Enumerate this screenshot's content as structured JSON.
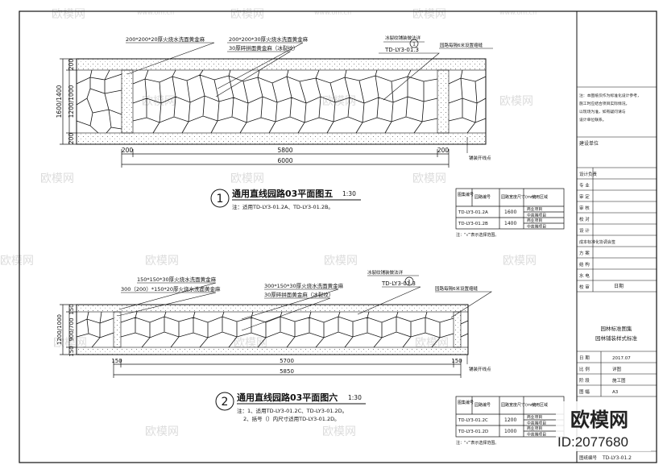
{
  "watermark": {
    "brand": "欧模网",
    "site": "www.om.cn",
    "id_label": "ID:2077680"
  },
  "plan5": {
    "title": "通用直线园路03平面图五",
    "scale": "1:30",
    "index": "1",
    "note": "注：适用TD-LY3-01.2A、TD-LY3-01.2B。",
    "labels": {
      "edge_stone": "200*200*20厚火烧水洗面黄金麻",
      "paving": "200*200*30厚火烧水洗面黄金麻",
      "random": "30厚碎拼面黄金麻（冰裂纹）",
      "ice_pattern": "冰裂纹铺装做法详",
      "ref": "TD-LY3-01.3",
      "ref_no": "1",
      "joint": "园路每隔6米设置缩缝",
      "start": "铺装开线点"
    },
    "dims": {
      "left_top": "200",
      "left_mid": "1200/1000",
      "left_outer": "1600/1400",
      "left_bot": "200",
      "bot_a": "200",
      "bot_b": "5800",
      "bot_c": "200",
      "bot_total": "6000"
    },
    "table": {
      "headers": [
        "图集编号",
        "园路编号",
        "园路宽度尺寸(mm)",
        "使用区域"
      ],
      "rows": [
        {
          "code": "TD-LY3-01.2A",
          "width": "1600",
          "area1": "商业项目",
          "area2": "中高端项目"
        },
        {
          "code": "TD-LY3-01.2B",
          "width": "1400",
          "area1": "商业项目",
          "area2": "中高端项目"
        }
      ],
      "note": "注：“√”表示选择范围。"
    }
  },
  "plan6": {
    "title": "通用直线园路03平面图六",
    "scale": "1:30",
    "index": "2",
    "note1": "注：1、适用TD-LY3-01.2C、TD-LY3-01.2D。",
    "note2": "2、括号（）内尺寸适用TD-LY3-01.2D。",
    "labels": {
      "edge_stone": "150*150*30厚火烧水洗面黄金麻",
      "edge_stone2": "300（200）*150*20厚火烧水洗面黄金麻",
      "paving": "300*150*30厚火烧水洗面黄金麻",
      "random": "30厚碎拼面黄金麻（冰裂纹）",
      "ice_pattern": "冰裂纹铺装做法详",
      "ref": "TD-LY3-01.3",
      "ref_no": "1",
      "joint": "园路每隔6米设置缩缝",
      "start": "铺装开线点"
    },
    "dims": {
      "left_top": "150",
      "left_mid": "900/700",
      "left_outer": "1200/1000",
      "left_bot": "150",
      "bot_a": "150",
      "bot_b": "5700",
      "bot_c": "150",
      "bot_total": "5850"
    },
    "table": {
      "headers": [
        "图集编号",
        "园路编号",
        "园路宽度尺寸(mm)",
        "使用区域"
      ],
      "rows": [
        {
          "code": "TD-LY3-01.2C",
          "width": "1200",
          "area1": "商业项目",
          "area2": "中高端项目"
        },
        {
          "code": "TD-LY3-01.2D",
          "width": "1000",
          "area1": "商业项目",
          "area2": "中高端项目"
        }
      ],
      "note": "注：“√”表示选择范围。"
    }
  },
  "title_block": {
    "notes": [
      "注：本图纸仅作为标准化设计参考，",
      "施工时应结合项目实际情况，",
      "以现场为准，如有疑问请与",
      "设计单位联系。"
    ],
    "project_label": "建设单位",
    "sign_rows": [
      "设计负责",
      "专  业",
      "审  定",
      "审  核",
      "校  对",
      "设  计",
      "成本标准化协调会签",
      "方  案",
      "结  构",
      "水  电",
      "校  审"
    ],
    "date_label": "日期",
    "series_name": "园林标准图集",
    "drawing_name": "园林铺装样式标准",
    "info_rows": [
      {
        "k": "日 期",
        "v": "2017.07"
      },
      {
        "k": "比 例",
        "v": "详图"
      },
      {
        "k": "阶 段",
        "v": "施工图"
      },
      {
        "k": "图 幅",
        "v": "A3"
      }
    ],
    "drawing_no_label": "图纸编号",
    "drawing_no": "TD-LY3-01.2"
  }
}
